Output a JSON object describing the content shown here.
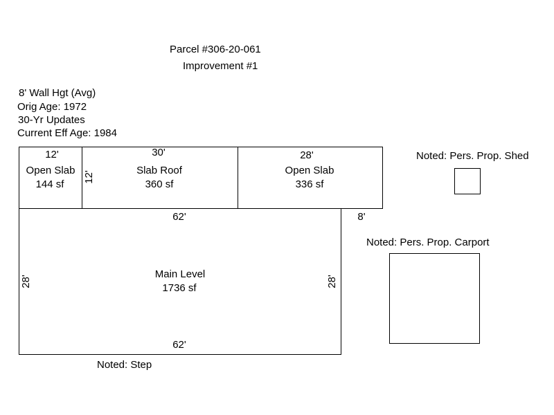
{
  "header": {
    "parcel": "Parcel #306-20-061",
    "improvement": "Improvement #1"
  },
  "info": {
    "wall_height": "8' Wall Hgt (Avg)",
    "orig_age": "Orig Age: 1972",
    "updates": "30-Yr Updates",
    "eff_age": "Current Eff Age: 1984"
  },
  "areas": {
    "open_slab_left": {
      "label": "Open Slab",
      "area": "144 sf",
      "width_dim": "12'",
      "height_dim": "12'"
    },
    "slab_roof": {
      "label": "Slab Roof",
      "area": "360 sf",
      "width_dim": "30'"
    },
    "open_slab_right": {
      "label": "Open Slab",
      "area": "336 sf",
      "width_dim": "28'",
      "height_dim": "8'"
    },
    "main_level": {
      "label": "Main Level",
      "area": "1736 sf",
      "top_dim": "62'",
      "bottom_dim": "62'",
      "left_dim": "28'",
      "right_dim": "28'"
    }
  },
  "notes": {
    "step": "Noted: Step",
    "shed": "Noted: Pers. Prop. Shed",
    "carport": "Noted: Pers. Prop. Carport"
  },
  "colors": {
    "line": "#000000",
    "background": "#ffffff"
  }
}
